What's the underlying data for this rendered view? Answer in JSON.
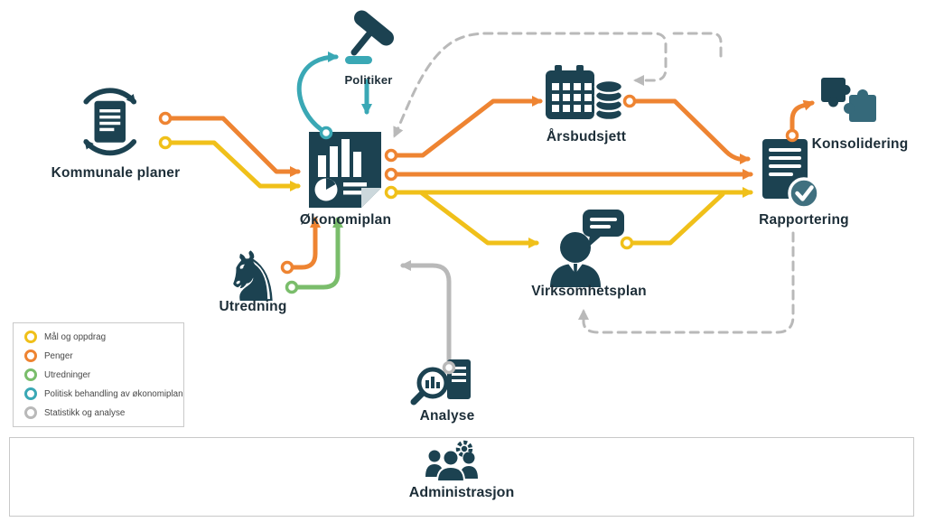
{
  "colors": {
    "navy": "#1c4251",
    "teal": "#3aa8b5",
    "orange": "#ee8432",
    "yellow": "#f0c01a",
    "green": "#7abd6b",
    "gray": "#b9b9b9",
    "text": "#1d2e38",
    "border": "#c9c9c9",
    "check_circle": "#40707f",
    "puzzle_alt": "#35697a",
    "fold": "#ccd8dc",
    "legend_text": "#474747"
  },
  "nodes": {
    "kommunale_planer": {
      "label": "Kommunale planer",
      "icon": "document-sync-icon"
    },
    "politiker": {
      "label": "Politiker",
      "icon": "gavel-icon"
    },
    "okonomiplan": {
      "label": "Økonomiplan",
      "icon": "chart-document-icon"
    },
    "arsbudsjett": {
      "label": "Årsbudsjett",
      "icon": "calendar-coins-icon"
    },
    "virksomhetsplan": {
      "label": "Virksomhetsplan",
      "icon": "person-speech-icon"
    },
    "rapportering": {
      "label": "Rapportering",
      "icon": "report-check-icon"
    },
    "konsolidering": {
      "label": "Konsolidering",
      "icon": "puzzle-icon"
    },
    "utredning": {
      "label": "Utredning",
      "icon": "chess-knight-icon",
      "glyph": "♞"
    },
    "analyse": {
      "label": "Analyse",
      "icon": "magnifier-chart-icon"
    },
    "administrasjon": {
      "label": "Administrasjon",
      "icon": "people-gear-icon"
    }
  },
  "legend": {
    "items": [
      {
        "label": "Mål og oppdrag",
        "color": "#f0c01a"
      },
      {
        "label": "Penger",
        "color": "#ee8432"
      },
      {
        "label": "Utredninger",
        "color": "#7abd6b"
      },
      {
        "label": "Politisk behandling av økonomiplan",
        "color": "#3aa8b5"
      },
      {
        "label": "Statistikk og analyse",
        "color": "#b9b9b9"
      }
    ]
  }
}
